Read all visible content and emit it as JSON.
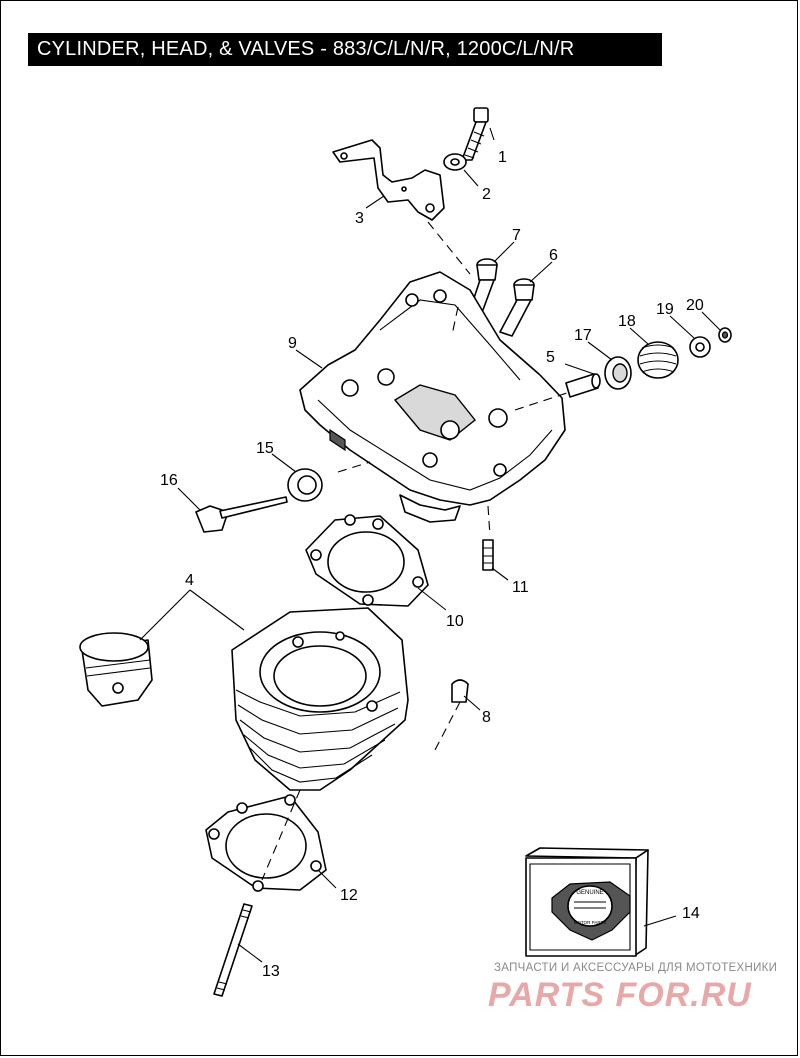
{
  "title": "CYLINDER, HEAD, & VALVES - 883/C/L/N/R, 1200C/L/N/R",
  "callouts": {
    "c1": "1",
    "c2": "2",
    "c3": "3",
    "c4": "4",
    "c5": "5",
    "c6": "6",
    "c7": "7",
    "c8": "8",
    "c9": "9",
    "c10": "10",
    "c11": "11",
    "c12": "12",
    "c13": "13",
    "c14": "14",
    "c15": "15",
    "c16": "16",
    "c17": "17",
    "c18": "18",
    "c19": "19",
    "c20": "20"
  },
  "box": {
    "badge_top": "GENUINE",
    "badge_bottom": "MOTOR PARTS"
  },
  "watermark": {
    "tagline": "ЗАПЧАСТИ И АКСЕССУАРЫ ДЛЯ МОТОТЕХНИКИ",
    "logo": "PARTS FOR.RU",
    "logo_color": "#e8a8a8"
  }
}
